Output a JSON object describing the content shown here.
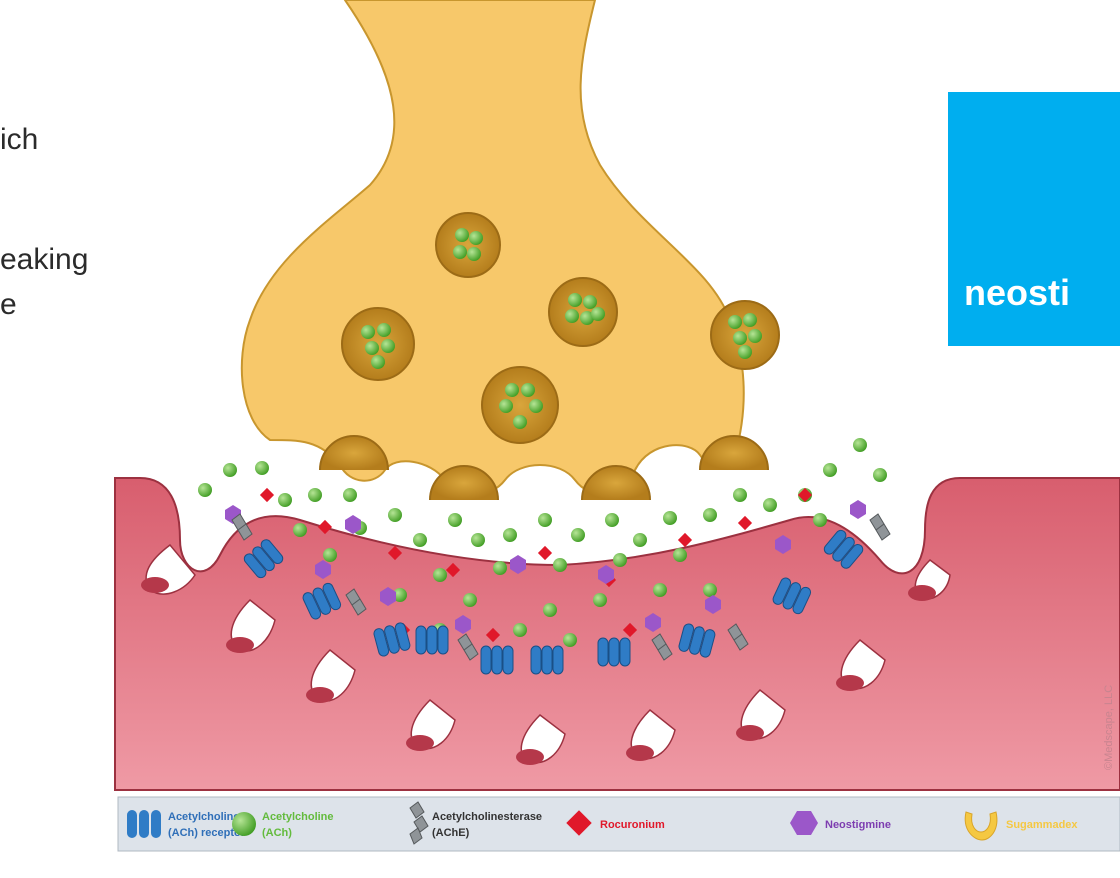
{
  "left_text": {
    "line1": "ich",
    "line2": "eaking",
    "line3": "e"
  },
  "blue_box": {
    "label": "neosti",
    "color": "#00aeef"
  },
  "copyright": "©Medscape, LLC",
  "legend": {
    "ach_receptor": [
      "Acetylcholine",
      "(ACh) receptor"
    ],
    "ach": [
      "Acetylcholine",
      "(ACh)"
    ],
    "ache": [
      "Acetylcholinesterase",
      "(AChE)"
    ],
    "rocuronium": "Rocuronium",
    "neostigmine": "Neostigmine",
    "sugammadex": "Sugammadex"
  },
  "colors": {
    "terminal": "#f7c86a",
    "muscle": "#e07480",
    "receptor": "#2f7cc6",
    "ach": "#63bb3d",
    "rocuronium": "#e0182a",
    "neostigmine": "#9b57c9",
    "sugammadex": "#f5c842"
  }
}
